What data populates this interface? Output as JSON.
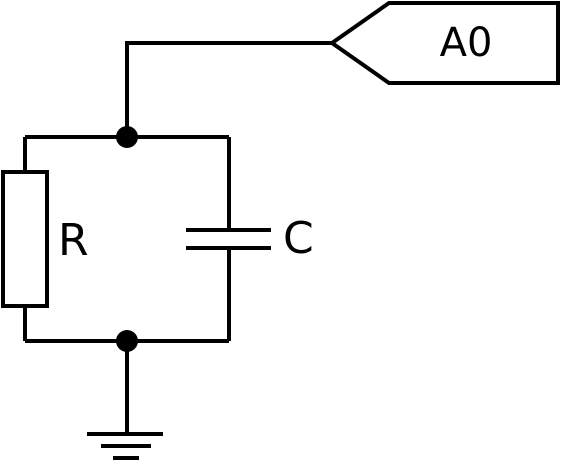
{
  "diagram": {
    "type": "circuit-schematic",
    "components": {
      "resistor": {
        "label": "R"
      },
      "capacitor": {
        "label": "C"
      },
      "port": {
        "label": "A0",
        "icon": "connector-tag-icon"
      },
      "ground": {
        "icon": "ground-icon"
      }
    },
    "nodes": [
      "top-junction",
      "bottom-junction"
    ],
    "connections": [
      [
        "port",
        "top-junction"
      ],
      [
        "top-junction",
        "resistor"
      ],
      [
        "top-junction",
        "capacitor"
      ],
      [
        "resistor",
        "bottom-junction"
      ],
      [
        "capacitor",
        "bottom-junction"
      ],
      [
        "bottom-junction",
        "ground"
      ]
    ],
    "colors": {
      "line": "#000000",
      "background": "#ffffff"
    }
  }
}
